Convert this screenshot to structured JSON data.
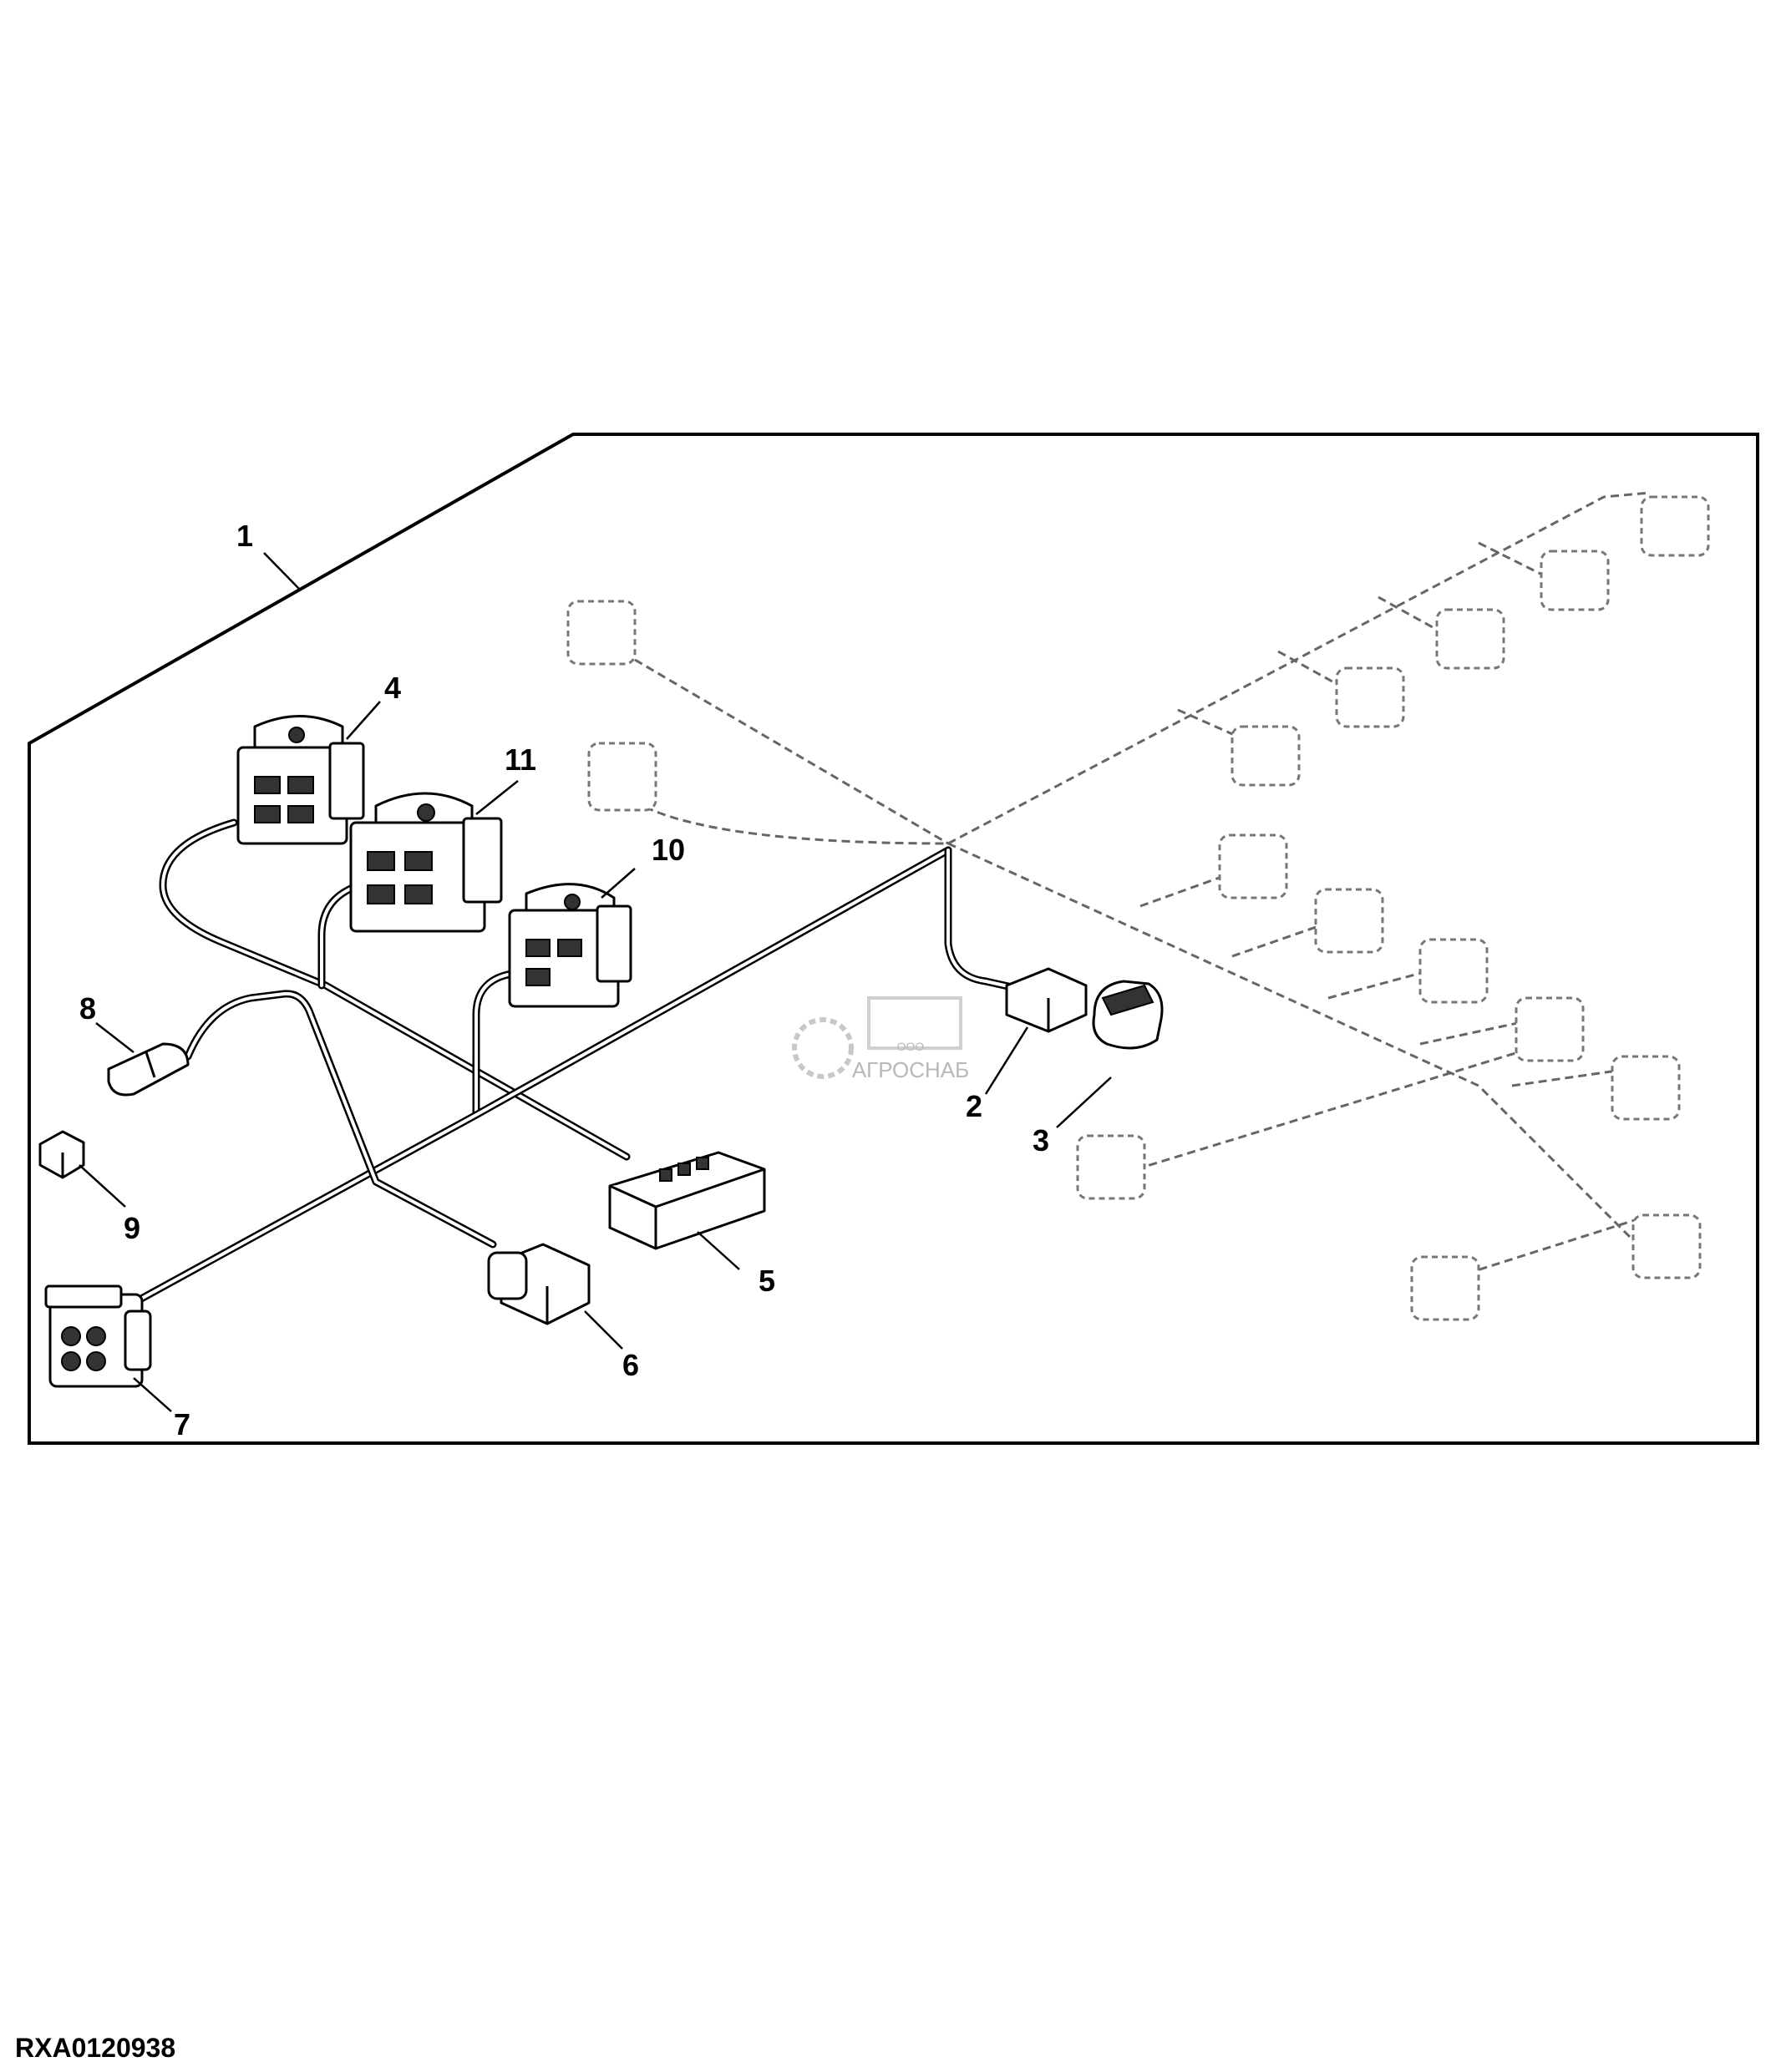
{
  "callouts": [
    "1",
    "2",
    "3",
    "4",
    "5",
    "6",
    "7",
    "8",
    "9",
    "10",
    "11"
  ],
  "figure_id": "RXA0120938",
  "watermark": {
    "text": "АГРОСНАБ",
    "small": "ООО"
  },
  "colors": {
    "line": "#000000",
    "phantom": "#777777",
    "watermark": "#b8b8b8"
  }
}
